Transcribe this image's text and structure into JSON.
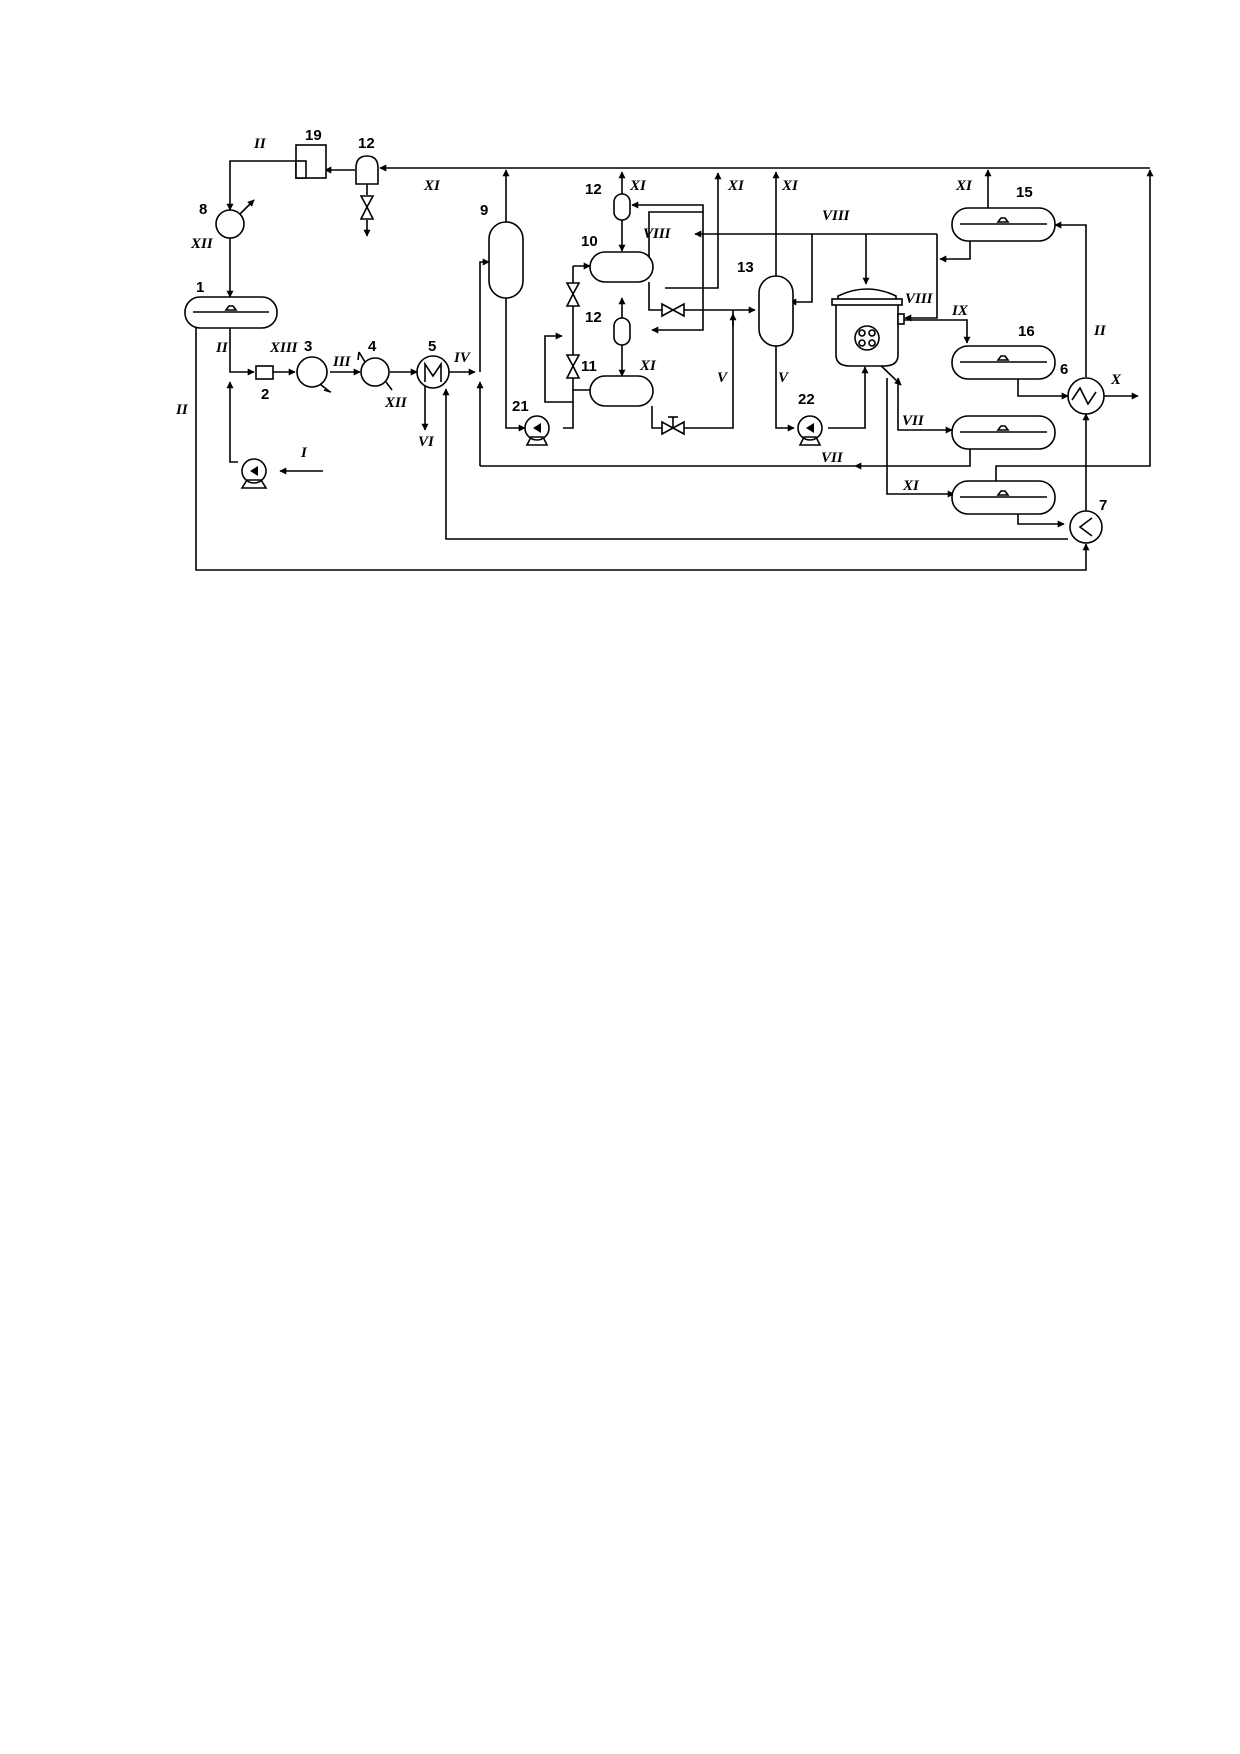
{
  "equipment_numbers": {
    "n1": "1",
    "n2": "2",
    "n3": "3",
    "n4": "4",
    "n5": "5",
    "n6": "6",
    "n7": "7",
    "n8": "8",
    "n9": "9",
    "n10": "10",
    "n11": "11",
    "n12a": "12",
    "n12b": "12",
    "n12c": "12",
    "n13": "13",
    "n15": "15",
    "n16": "16",
    "n19": "19",
    "n21": "21",
    "n22": "22"
  },
  "stream_labels": {
    "I": "I",
    "II_top": "II",
    "II_tank1": "II",
    "II_left": "II",
    "II_right": "II",
    "III": "III",
    "IV": "IV",
    "V_a": "V",
    "V_b": "V",
    "VI": "VI",
    "VII_a": "VII",
    "VII_b": "VII",
    "VIII_a": "VIII",
    "VIII_b": "VIII",
    "VIII_c": "VIII",
    "IX": "IX",
    "X": "X",
    "XI_top": "XI",
    "XI_12a": "XI",
    "XI_c1": "XI",
    "XI_c2": "XI",
    "XI_15": "XI",
    "XI_11": "XI",
    "XI_low": "XI",
    "XII_8": "XII",
    "XII_4": "XII",
    "XIII": "XIII"
  }
}
